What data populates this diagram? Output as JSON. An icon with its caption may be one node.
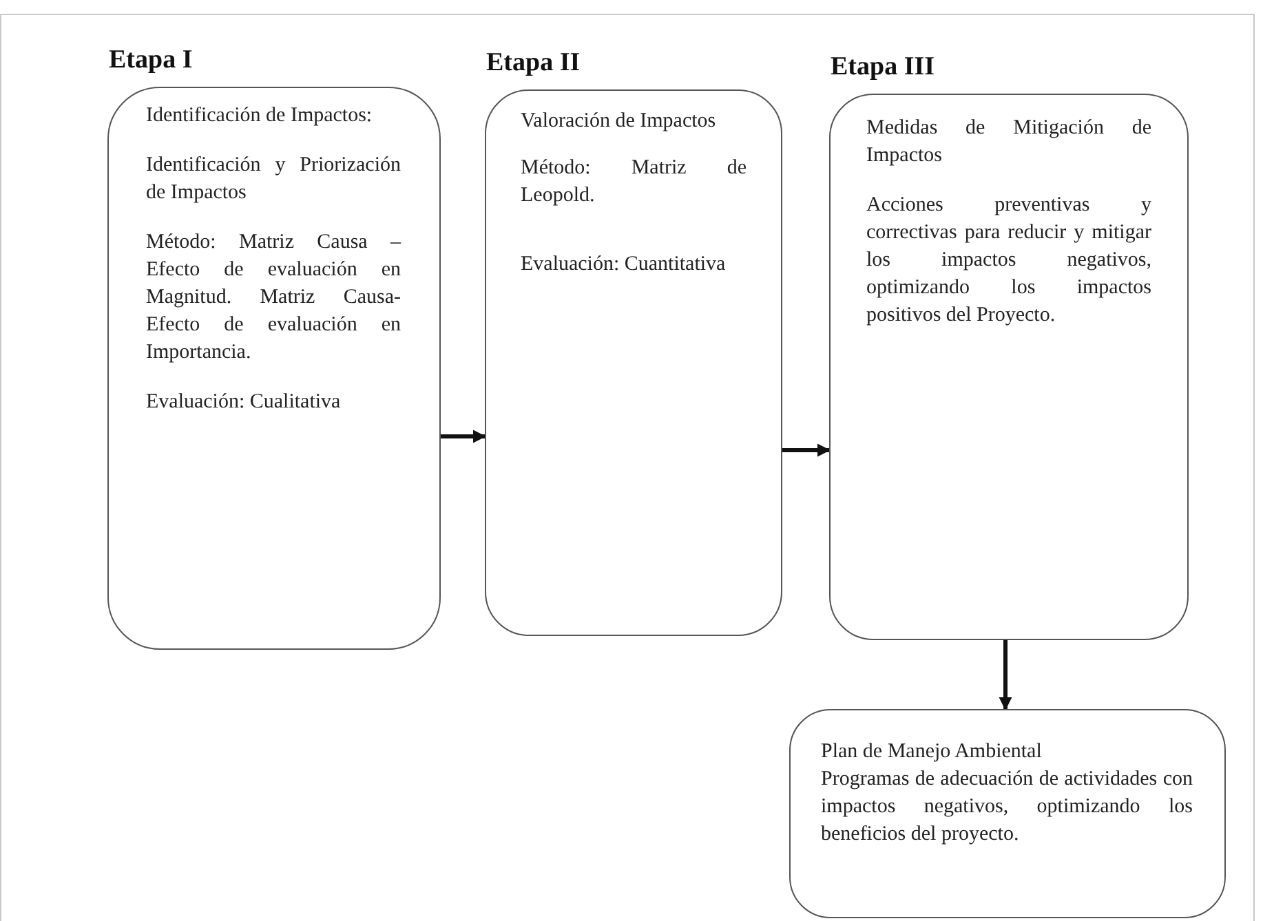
{
  "diagram": {
    "nodes": [
      {
        "text": [
          "Etapa I",
          "Identificación de Impactos:",
          "Identificación y Priorización de Impactos",
          "Método: Matriz Causa – Efecto de evaluación en Magnitud. Matriz Causa- Efecto de evaluación en Importancia.",
          "Evaluación: Cualitativa"
        ]
      },
      {
        "text": [
          "Etapa II",
          "Valoración de Impactos",
          "Método: Matriz de Leopold.",
          "Evaluación: Cuantitativa"
        ]
      },
      {
        "text": [
          "Etapa III",
          "Medidas de Mitigación de Impactos",
          "Acciones preventivas y correctivas para reducir y mitigar los impactos negativos, optimizando los impactos positivos del Proyecto."
        ]
      },
      {
        "text": [
          "Plan de Manejo Ambiental",
          "Programas de adecuación de actividades con impactos negativos, optimizando los beneficios del proyecto."
        ]
      }
    ],
    "edges": [
      {
        "from": 0,
        "to": 1,
        "arrow": "to"
      },
      {
        "from": 1,
        "to": 2,
        "arrow": "to"
      },
      {
        "from": 2,
        "to": 3,
        "arrow": "to"
      }
    ]
  }
}
